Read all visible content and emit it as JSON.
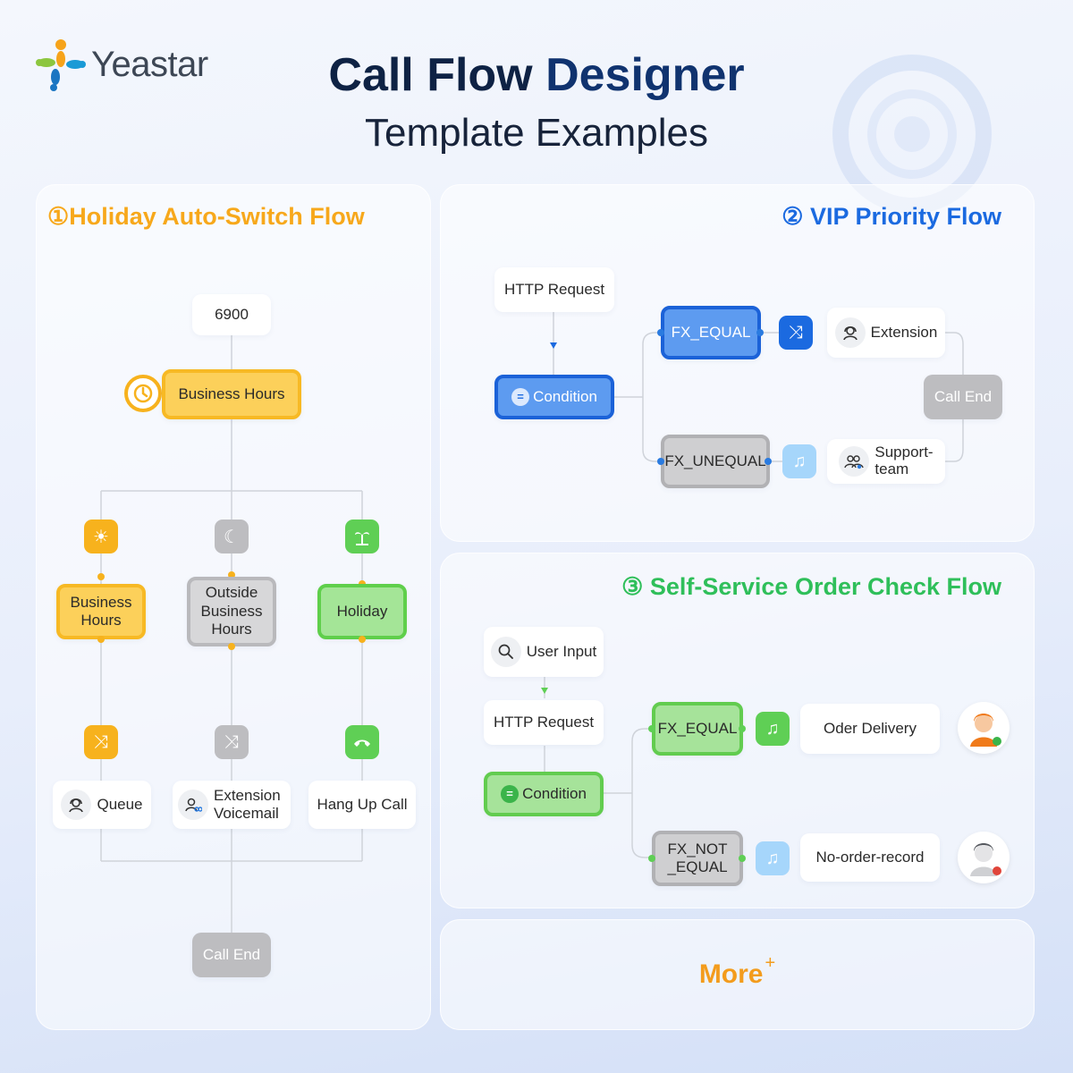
{
  "brand": {
    "logo_text": "Yeastar"
  },
  "header": {
    "title": "Call Flow Designer",
    "subtitle": "Template Examples"
  },
  "colors": {
    "orange": "#f7b21d",
    "blue": "#1b6ae0",
    "green": "#2fbf5a",
    "title_dark": "#0e2244"
  },
  "panel1": {
    "title": "①Holiday Auto-Switch Flow",
    "start": "6900",
    "time_condition": "Business Hours",
    "branches": [
      {
        "icon": "sun-icon",
        "label": "Business Hours",
        "action_icon": "shuffle-icon",
        "destination": "Queue",
        "dest_icon": "agent-icon"
      },
      {
        "icon": "moon-icon",
        "label": "Outside Business Hours",
        "action_icon": "shuffle-icon",
        "destination": "Extension Voicemail",
        "dest_icon": "voicemail-icon"
      },
      {
        "icon": "palm-tree-icon",
        "label": "Holiday",
        "action_icon": "hangup-icon",
        "destination": "Hang Up Call"
      }
    ],
    "end": "Call End"
  },
  "panel2": {
    "title": "② VIP Priority Flow",
    "http": "HTTP Request",
    "condition": "Condition",
    "equal": "FX_EQUAL",
    "unequal": "FX_UNEQUAL",
    "dest1": "Extension",
    "dest2_line1": "Support-",
    "dest2_line2": "team",
    "end": "Call End"
  },
  "panel3": {
    "title": "③ Self-Service Order Check Flow",
    "input": "User Input",
    "http": "HTTP Request",
    "condition": "Condition",
    "equal": "FX_EQUAL",
    "not_equal_line1": "FX_NOT",
    "not_equal_line2": "_EQUAL",
    "dest1": "Oder Delivery",
    "dest2": "No-order-record"
  },
  "panel4": {
    "label": "More",
    "plus": "+"
  }
}
